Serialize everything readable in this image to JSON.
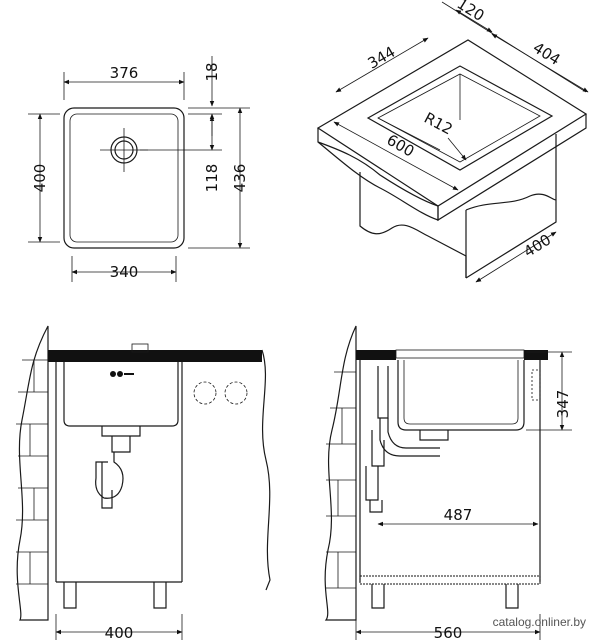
{
  "top_view": {
    "dims": {
      "top_width": "376",
      "right_top_offset": "18",
      "left_height": "400",
      "drain_offset": "118",
      "total_height": "436",
      "bottom_width": "340"
    }
  },
  "iso_view": {
    "dims": {
      "depth": "120",
      "inner_width": "344",
      "cabinet_depth_top": "404",
      "radius": "R12",
      "width": "600",
      "cabinet_depth": "400"
    }
  },
  "front_view": {
    "dims": {
      "cabinet_width": "400"
    }
  },
  "side_view": {
    "dims": {
      "bowl_depth": "347",
      "drain_distance": "487",
      "cabinet_depth": "560"
    }
  },
  "watermark": "catalog.onliner.by"
}
